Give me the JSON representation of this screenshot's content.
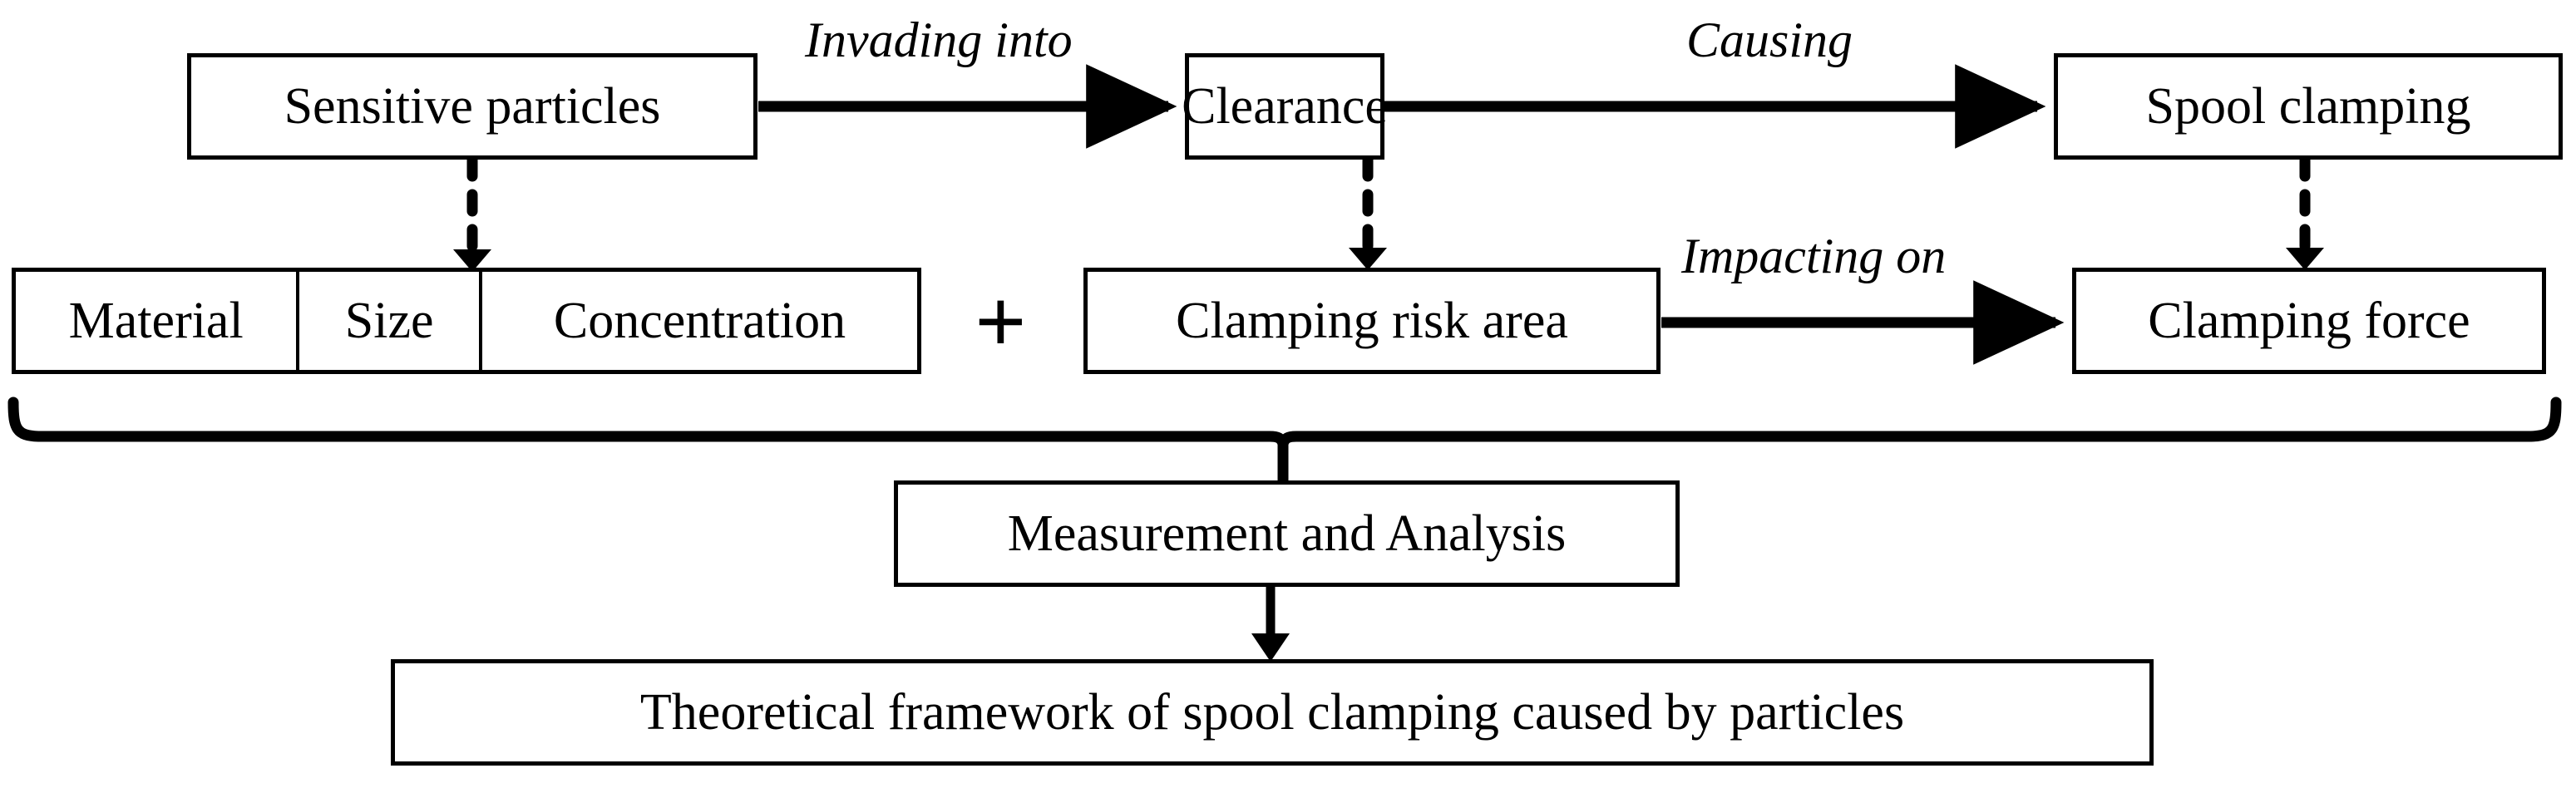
{
  "diagram": {
    "title": "Theoretical framework of spool clamping caused by particles",
    "colors": {
      "stroke": "#000000",
      "fill": "#ffffff",
      "text": "#000000"
    },
    "nodes": {
      "sensitive_particles": "Sensitive particles",
      "clearance": "Clearance",
      "spool_clamping": "Spool clamping",
      "clamping_risk_area": "Clamping risk area",
      "clamping_force": "Clamping force",
      "measurement_and_analysis": "Measurement and Analysis",
      "framework": "Theoretical framework of spool clamping caused by particles"
    },
    "attribute_cells": [
      {
        "label": "Material"
      },
      {
        "label": "Size"
      },
      {
        "label": "Concentration"
      }
    ],
    "operators": {
      "plus": "+"
    },
    "edge_labels": {
      "invading_into": "Invading into",
      "causing": "Causing",
      "impacting_on": "Impacting on"
    },
    "edges": [
      {
        "from": "Sensitive particles",
        "to": "Clearance",
        "label": "Invading into",
        "style": "solid-arrow"
      },
      {
        "from": "Clearance",
        "to": "Spool clamping",
        "label": "Causing",
        "style": "solid-arrow"
      },
      {
        "from": "Clamping risk area",
        "to": "Clamping force",
        "label": "Impacting on",
        "style": "solid-arrow"
      },
      {
        "from": "Sensitive particles",
        "to": "Material / Size / Concentration",
        "label": "",
        "style": "dashed-arrow"
      },
      {
        "from": "Clearance",
        "to": "Clamping risk area",
        "label": "",
        "style": "dashed-arrow"
      },
      {
        "from": "Spool clamping",
        "to": "Clamping force",
        "label": "",
        "style": "dashed-arrow"
      },
      {
        "from": "Brace (all row-2 items)",
        "to": "Measurement and Analysis",
        "label": "",
        "style": "brace-connector"
      },
      {
        "from": "Measurement and Analysis",
        "to": "Theoretical framework of spool clamping caused by particles",
        "label": "",
        "style": "solid-arrow"
      }
    ]
  }
}
